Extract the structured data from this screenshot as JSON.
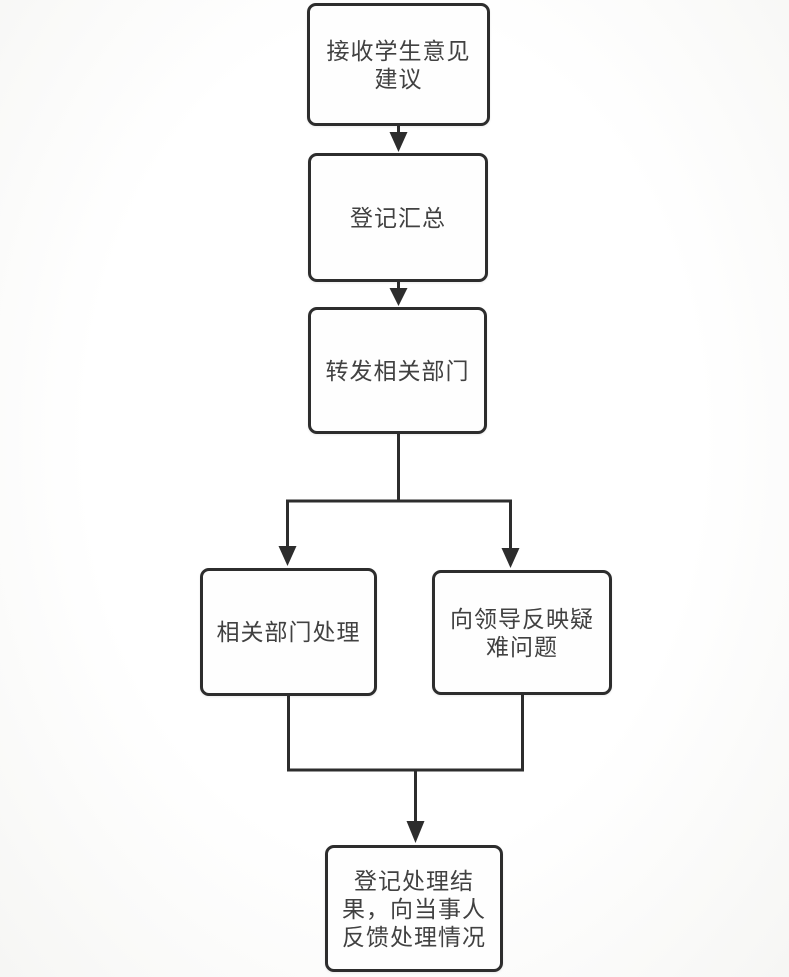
{
  "diagram": {
    "type": "flowchart",
    "nodes": [
      {
        "id": "receive",
        "label": "接收学生意见\n建议"
      },
      {
        "id": "register",
        "label": "登记汇总"
      },
      {
        "id": "forward",
        "label": "转发相关部门"
      },
      {
        "id": "handle",
        "label": "相关部门处理"
      },
      {
        "id": "report",
        "label": "向领导反映疑\n难问题"
      },
      {
        "id": "feedback",
        "label": "登记处理结\n果，向当事人\n反馈处理情况"
      }
    ],
    "edges": [
      {
        "from": "receive",
        "to": "register"
      },
      {
        "from": "register",
        "to": "forward"
      },
      {
        "from": "forward",
        "to": "handle"
      },
      {
        "from": "forward",
        "to": "report"
      },
      {
        "from": "handle",
        "to": "feedback"
      },
      {
        "from": "report",
        "to": "feedback"
      }
    ],
    "colors": {
      "line": "#2d2d2d",
      "text": "#414141",
      "node_background": "#fefefe",
      "page_background": "#f6f6f4"
    }
  }
}
